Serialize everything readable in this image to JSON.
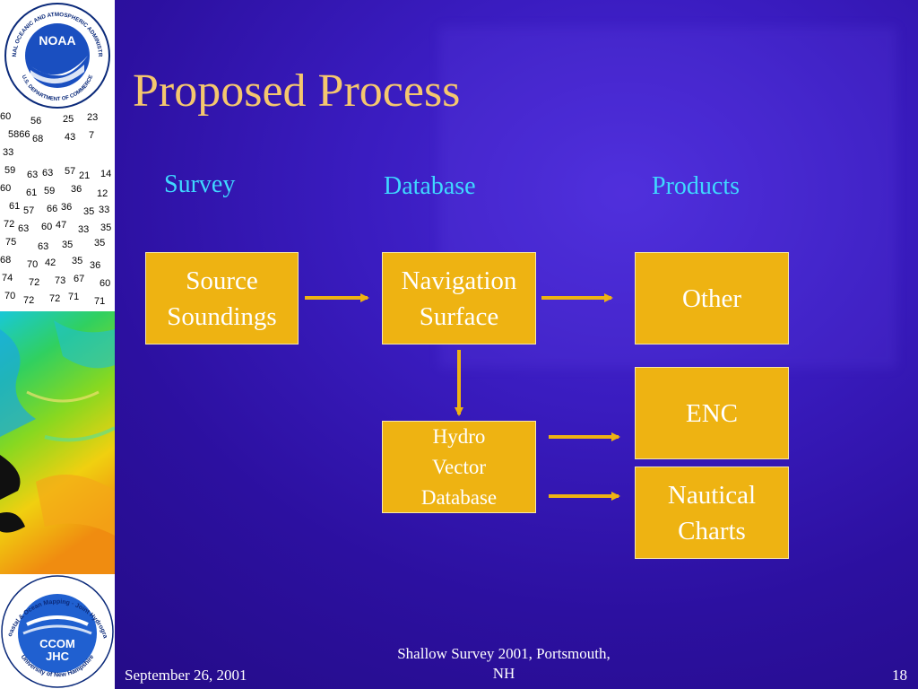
{
  "slide": {
    "title": "Proposed Process",
    "columns": {
      "survey": "Survey",
      "database": "Database",
      "products": "Products"
    },
    "boxes": {
      "source_soundings": [
        "Source",
        "Soundings"
      ],
      "navigation_surface": [
        "Navigation",
        "Surface"
      ],
      "hydro_vector_database": [
        "Hydro",
        "Vector",
        "Database"
      ],
      "other": [
        "Other"
      ],
      "enc": [
        "ENC"
      ],
      "nautical_charts": [
        "Nautical",
        "Charts"
      ]
    },
    "footer": {
      "date": "September 26, 2001",
      "event_line1": "Shallow Survey 2001, Portsmouth,",
      "event_line2": "NH",
      "page_number": "18"
    }
  },
  "logos": {
    "noaa": {
      "ring_text": "NATIONAL OCEANIC AND ATMOSPHERIC ADMINISTRATION",
      "bottom_text": "U.S. DEPARTMENT OF COMMERCE",
      "center_text": "NOAA"
    },
    "ccom": {
      "ring_text": "Center for Coastal & Ocean Mapping · Joint Hydrographic Center",
      "bottom_text": "University of New Hampshire",
      "line1": "CCOM",
      "line2": "JHC"
    }
  },
  "soundings_numbers": [
    [
      "60",
      "56",
      "25",
      "23"
    ],
    [
      "5866",
      "68",
      "43",
      "7"
    ],
    [
      "33"
    ],
    [
      "59",
      "63",
      "63",
      "57",
      "21",
      "14"
    ],
    [
      "60",
      "61",
      "59",
      "36",
      "12"
    ],
    [
      "61",
      "57",
      "66",
      "36",
      "35",
      "33"
    ],
    [
      "72",
      "63",
      "60",
      "47",
      "33",
      "35"
    ],
    [
      "75",
      "63",
      "35",
      "35"
    ],
    [
      "68",
      "70",
      "42",
      "35",
      "36"
    ],
    [
      "74",
      "72",
      "73",
      "67",
      "60"
    ],
    [
      "70",
      "72",
      "72",
      "71",
      "71"
    ]
  ],
  "colors": {
    "background": "#2c10a0",
    "title": "#f5c76e",
    "column_heading": "#3fd8ff",
    "box_fill": "#eeb312",
    "box_text": "#ffffff",
    "arrow": "#eeb312"
  }
}
